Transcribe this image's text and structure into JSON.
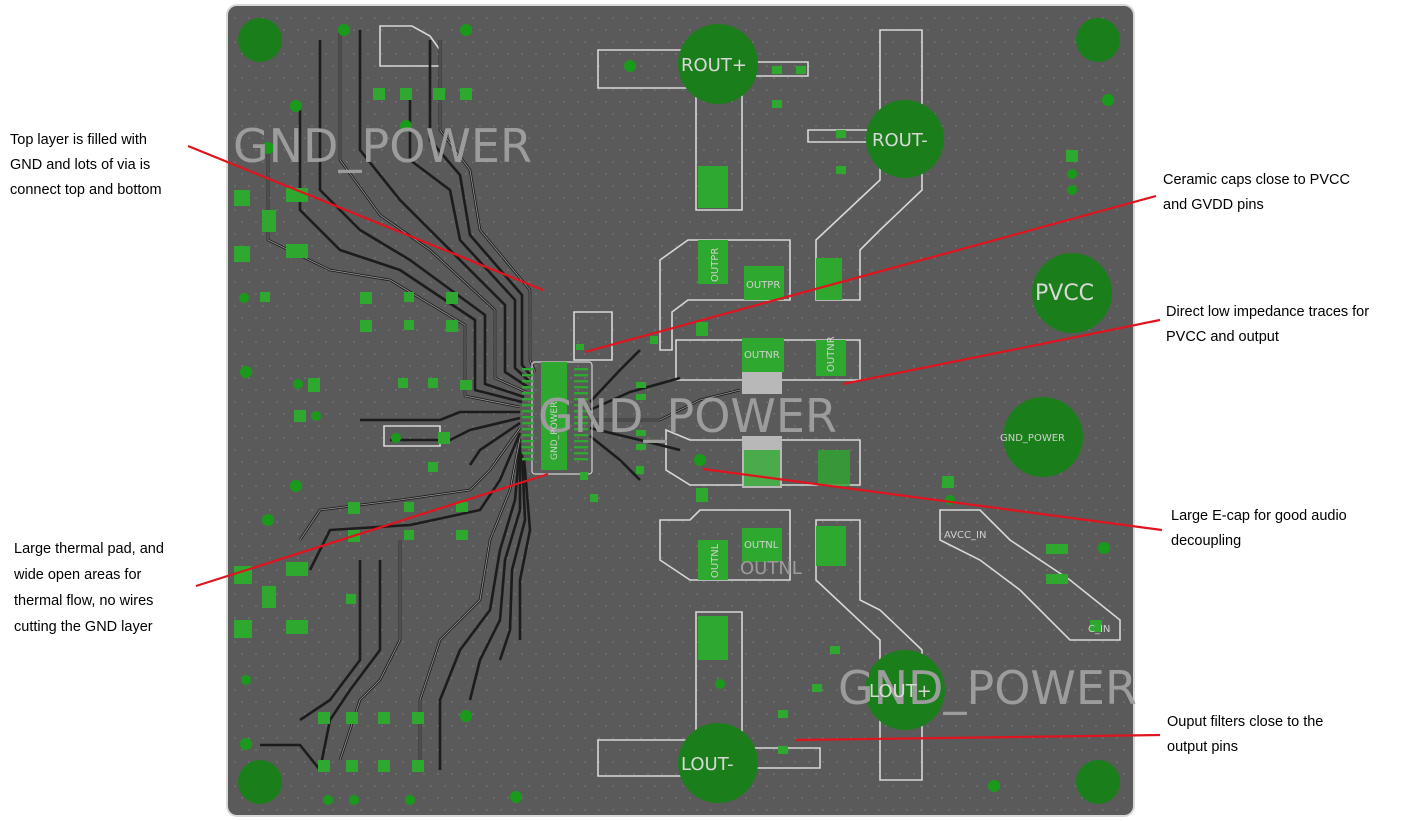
{
  "colors": {
    "board_fill": "#5a5a5a",
    "board_border": "#d8d8d8",
    "copper_green": "#1a7f1a",
    "pad_green": "#2ea82e",
    "pour_outline": "#d0d0d0",
    "leader_red": "#e0141e"
  },
  "board": {
    "net_labels": {
      "gnd_power_top": "GND_POWER",
      "gnd_power_center": "GND_POWER",
      "gnd_power_bottom": "GND_POWER",
      "gnd_power_pad": "GND_POWER",
      "gnd_power_thermal": "GND_POWER",
      "pvcc": "PVCC",
      "rout_plus": "ROUT+",
      "rout_minus": "ROUT-",
      "lout_plus": "LOUT+",
      "lout_minus": "LOUT-",
      "outpr_1": "OUTPR",
      "outpr_2": "OUTPR",
      "outnr_1": "OUTNR",
      "outnr_2": "OUTNR",
      "outnl_1": "OUTNL",
      "outnl_2": "OUTNL",
      "outnl_big": "OUTNL",
      "avcc_in": "AVCC_IN",
      "c_in": "C_IN"
    }
  },
  "callouts": {
    "top_layer": [
      "Top layer is filled with",
      "GND and lots of via is",
      "connect top and bottom"
    ],
    "ceramic_caps": [
      "Ceramic caps close to PVCC",
      "and GVDD pins"
    ],
    "direct_traces": [
      "Direct low impedance traces for",
      "PVCC and output"
    ],
    "ecap": [
      "Large E-cap for good audio",
      "decoupling"
    ],
    "thermal_pad": [
      "Large thermal pad, and",
      "wide open areas for",
      "thermal flow, no wires",
      "cutting the GND layer"
    ],
    "output_filters": [
      "Ouput filters close to the",
      "output pins"
    ]
  }
}
